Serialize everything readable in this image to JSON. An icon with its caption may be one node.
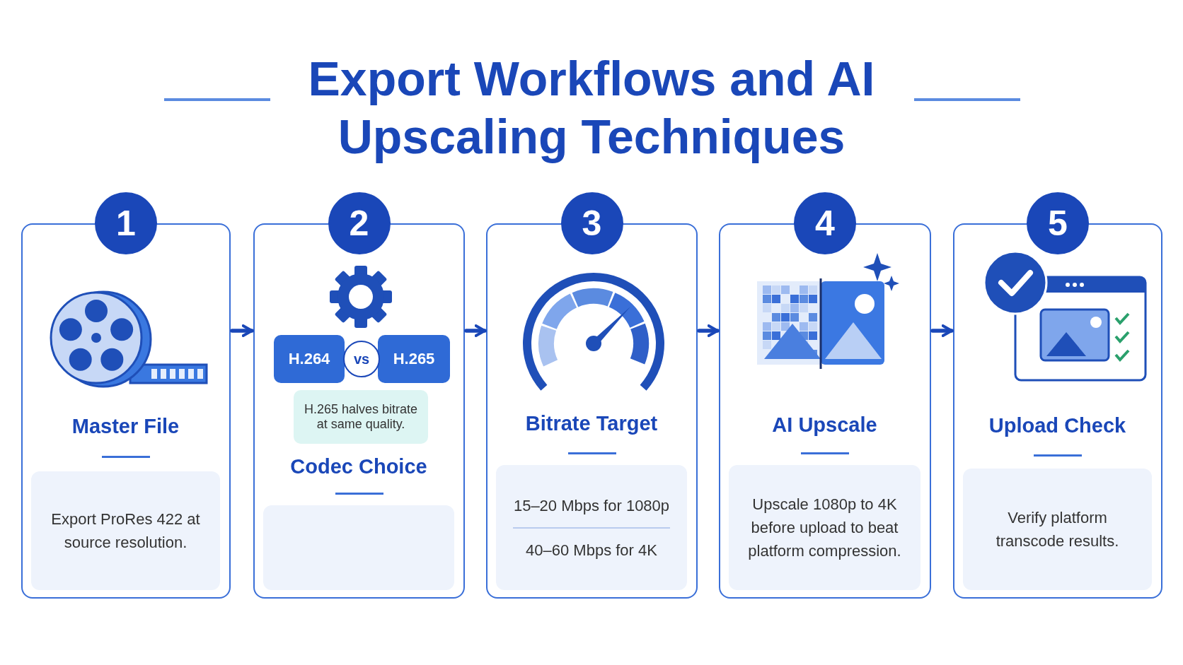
{
  "diagram": {
    "title": "Export Workflows and AI Upscaling Techniques",
    "nodes": [
      {
        "text": [
          "1",
          "Master File",
          "Export ProRes 422 at source resolution."
        ]
      },
      {
        "text": [
          "2",
          "Codec Choice"
        ]
      },
      {
        "text": [
          "H.264"
        ],
        "in": 1
      },
      {
        "text": [
          "vs"
        ],
        "in": 1
      },
      {
        "text": [
          "H.265"
        ],
        "in": 1
      },
      {
        "text": [
          "H.265 halves bitrate at same quality."
        ],
        "in": 1
      },
      {
        "text": [
          "3",
          "Bitrate Target",
          "15–20 Mbps for 1080p",
          "40–60 Mbps for 4K"
        ]
      },
      {
        "text": [
          "4",
          "AI Upscale",
          "Upscale 1080p to 4K before upload to beat platform compression."
        ]
      },
      {
        "text": [
          "5",
          "Upload Check",
          "Verify platform transcode results."
        ]
      }
    ],
    "edges": [
      {
        "from": 0,
        "to": 1,
        "arrow": "to"
      },
      {
        "from": 1,
        "to": 6,
        "arrow": "to"
      },
      {
        "from": 6,
        "to": 7,
        "arrow": "to"
      },
      {
        "from": 7,
        "to": 8,
        "arrow": "to"
      }
    ]
  }
}
